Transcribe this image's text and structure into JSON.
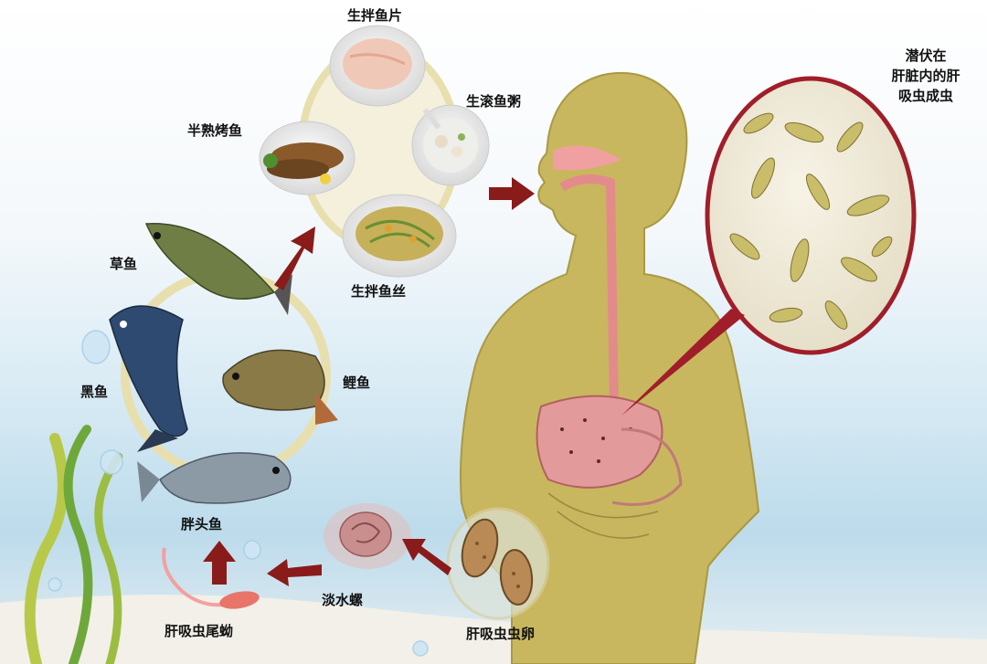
{
  "food": {
    "sliced_fish": "生拌鱼片",
    "fish_porridge": "生滚鱼粥",
    "grilled_fish": "半熟烤鱼",
    "shredded_fish": "生拌鱼丝"
  },
  "fish": {
    "grass_carp": "草鱼",
    "snakehead": "黑鱼",
    "carp": "鲤鱼",
    "bighead_carp": "胖头鱼"
  },
  "stages": {
    "cercaria": "肝吸虫尾蚴",
    "snail": "淡水螺",
    "eggs": "肝吸虫虫卵"
  },
  "adult_note": [
    "潜伏在",
    "肝脏内的肝",
    "吸虫成虫"
  ],
  "colors": {
    "arrow": "#8a1b1b",
    "body": "#c8b75e",
    "liver": "#e39a9a",
    "ring": "#e8dfae"
  }
}
